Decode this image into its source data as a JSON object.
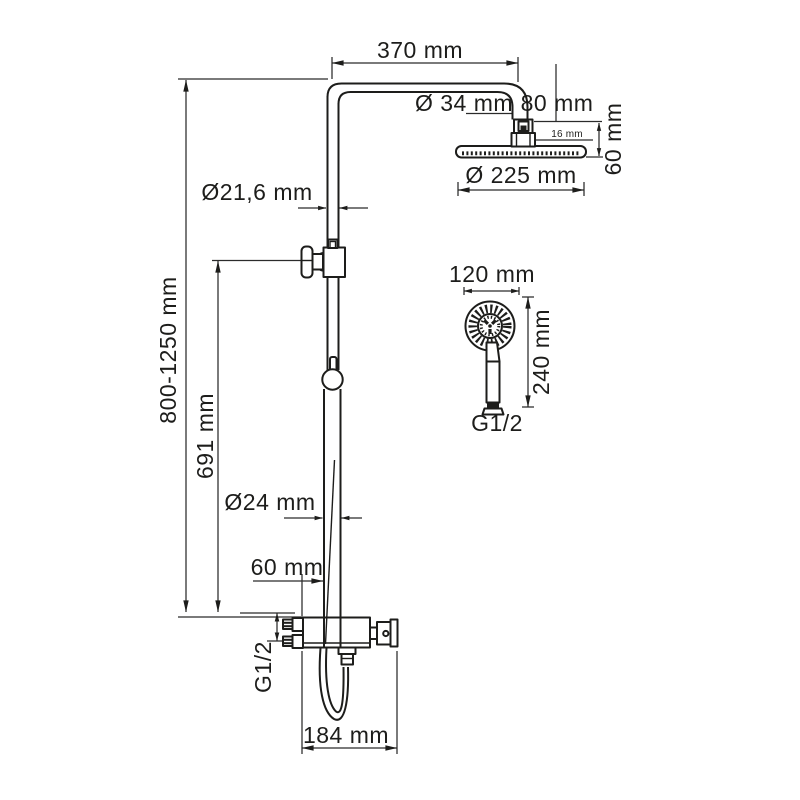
{
  "drawing": {
    "title": "shower-system-dimension-drawing",
    "subject": "thermostatic shower column with overhead shower, hand shower and wall-mounted mixer",
    "background_color": "#ffffff",
    "line_color": "#1d1d1b"
  },
  "dimensions": {
    "arm_reach": "370 mm",
    "arm_diameter": "Ø 34 mm",
    "head_drop": "80 mm",
    "head_plate_thickness": "16 mm",
    "head_assembly_height": "60 mm",
    "head_diameter": "Ø 225 mm",
    "upper_pipe_diameter": "Ø21,6 mm",
    "overall_height": "800-1250 mm",
    "bracket_to_mixer_height": "691 mm",
    "lower_pipe_diameter": "Ø24 mm",
    "pipe_wall_offset": "60 mm",
    "mixer_inlet_thread": "G1/2",
    "mixer_width": "184 mm",
    "hand_shower_diameter": "120 mm",
    "hand_shower_length": "240 mm",
    "hand_shower_thread": "G1/2"
  }
}
